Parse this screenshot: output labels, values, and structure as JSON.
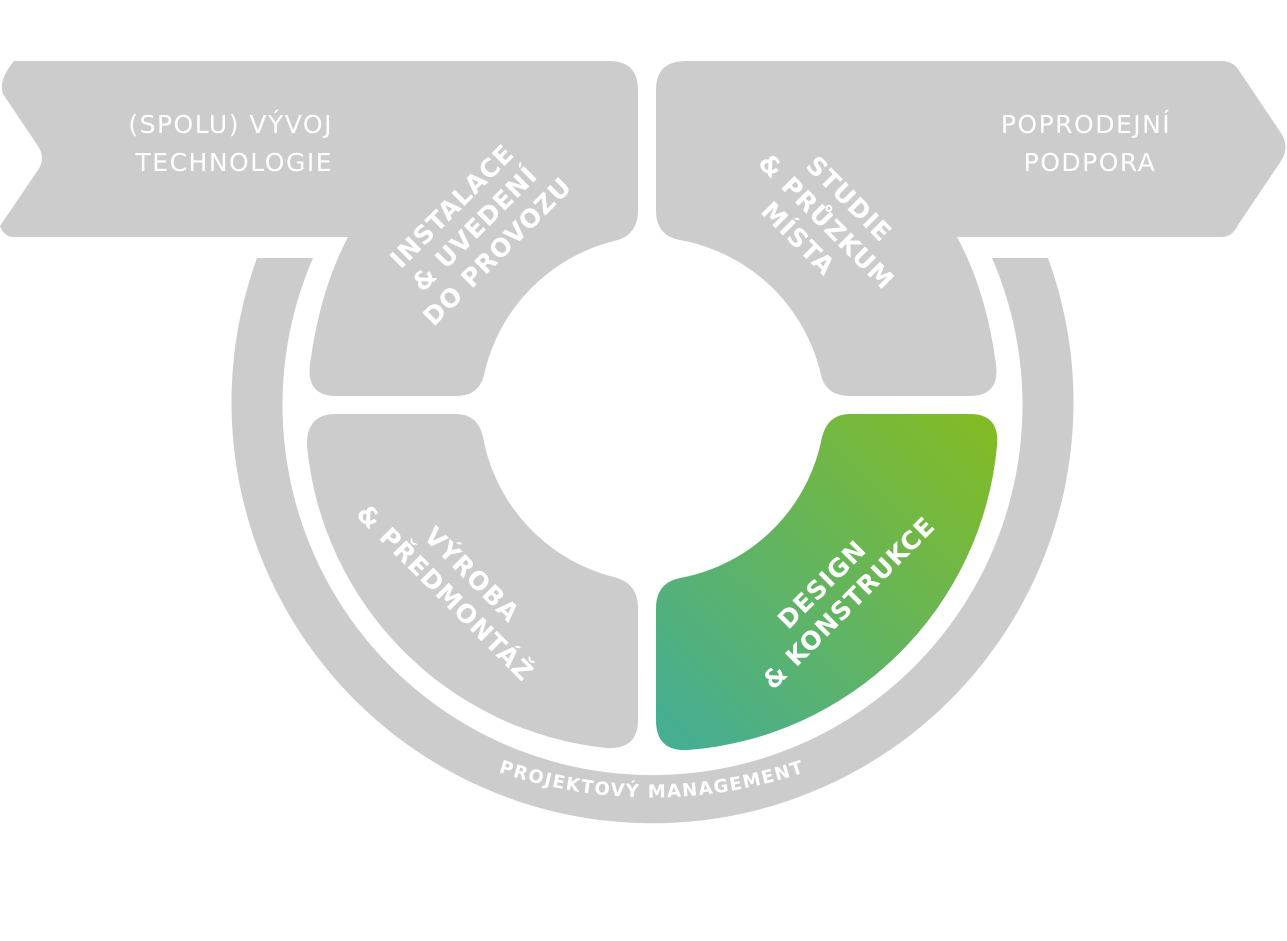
{
  "colors": {
    "gray": "#cccccc",
    "highlight_start": "#46ae91",
    "highlight_end": "#82bb26",
    "text": "#ffffff"
  },
  "left_arrow": {
    "line1": "(SPOLU) VÝVOJ",
    "line2": "TECHNOLOGIE"
  },
  "right_arrow": {
    "line1": "POPRODEJNÍ",
    "line2": "PODPORA"
  },
  "segments": {
    "top_left": {
      "lines": [
        "INSTALACE",
        "& UVEDENÍ",
        "DO PROVOZU"
      ]
    },
    "top_right": {
      "lines": [
        "STUDIE",
        "& PRŮZKUM",
        "MÍSTA"
      ]
    },
    "bottom_left": {
      "lines": [
        "VÝROBA",
        "& PŘEDMONTÁŽ"
      ]
    },
    "bottom_right": {
      "lines": [
        "DESIGN",
        "& KONSTRUKCE"
      ],
      "highlighted": true
    }
  },
  "outer_ring": {
    "label": "PROJEKTOVÝ MANAGEMENT"
  }
}
